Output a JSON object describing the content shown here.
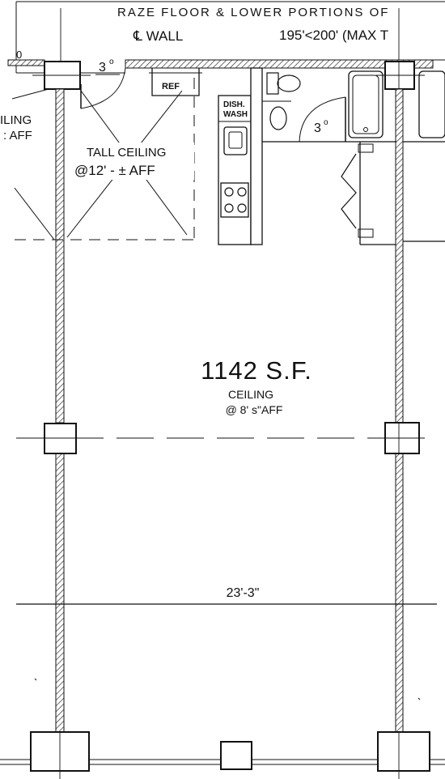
{
  "plan": {
    "header": {
      "clipped_note": "RAZE FLOOR & LOWER PORTIONS OF",
      "centerline_wall": "℄ WALL",
      "height_note": "195'<200' (MAX T"
    },
    "labels": {
      "top_left_mark": "0",
      "door_swing_left": "3",
      "door_swing_right": "3",
      "refrigerator": "REF",
      "dishwasher_line1": "DISH.",
      "dishwasher_line2": "WASH",
      "left_clip_line1": "ILING",
      "left_clip_line2": ": AFF",
      "tall_ceiling_line1": "TALL CEILING",
      "tall_ceiling_line2": "@12' - ± AFF",
      "area": "1142 S.F.",
      "ceiling_line1": "CEILING",
      "ceiling_line2": "@ 8'  s\"AFF",
      "dimension": "23'-3\""
    }
  }
}
